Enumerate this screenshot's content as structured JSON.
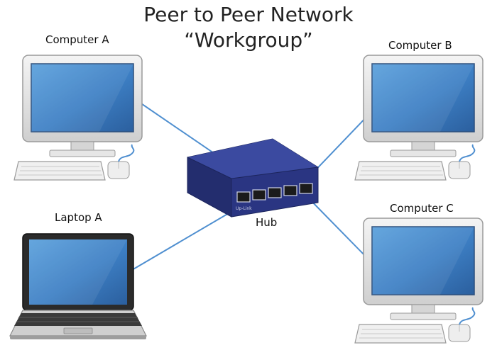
{
  "title": {
    "line1": "Peer to Peer Network",
    "line2": "“Workgroup”"
  },
  "devices": {
    "computer_a": "Computer A",
    "computer_b": "Computer B",
    "computer_c": "Computer C",
    "laptop_a": "Laptop A",
    "hub": "Hub"
  },
  "colors": {
    "cable": "#4f8fd0",
    "screen": "#3f82c8",
    "hub_body": "#2f3d88",
    "monitor_frame": "#d9d9d9"
  },
  "connections": [
    {
      "from": "Computer A",
      "to": "Hub"
    },
    {
      "from": "Computer B",
      "to": "Hub"
    },
    {
      "from": "Computer C",
      "to": "Hub"
    },
    {
      "from": "Laptop A",
      "to": "Hub"
    }
  ]
}
